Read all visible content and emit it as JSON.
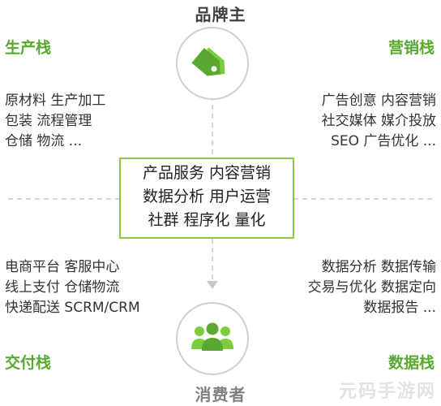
{
  "top_node": {
    "label": "品牌主",
    "icon": "price-tags-icon"
  },
  "bottom_node": {
    "label": "消费者",
    "icon": "people-group-icon"
  },
  "quadrants": {
    "top_left": {
      "title": "生产栈",
      "lines": [
        "原材料  生产加工",
        "包装  流程管理",
        "仓储  物流  ..."
      ]
    },
    "top_right": {
      "title": "营销栈",
      "lines": [
        "广告创意  内容营销",
        "社交媒体  媒介投放",
        "SEO  广告优化  ..."
      ]
    },
    "bottom_left": {
      "title": "交付栈",
      "lines": [
        "电商平台  客服中心",
        "线上支付  仓储物流",
        "快递配送  SCRM/CRM"
      ]
    },
    "bottom_right": {
      "title": "数据栈",
      "lines": [
        "数据分析  数据传输",
        "交易与优化  数据定向",
        "数据报告  ..."
      ]
    }
  },
  "center_box": {
    "lines": [
      "产品服务  内容营销",
      "数据分析  用户运营",
      "社群  程序化  量化"
    ]
  },
  "watermark": "元码手游网",
  "colors": {
    "accent_green": "#5aa832",
    "box_border": "#8cc63f",
    "dashed_line": "#c8c8c8",
    "circle_border": "#cfcfcf"
  }
}
